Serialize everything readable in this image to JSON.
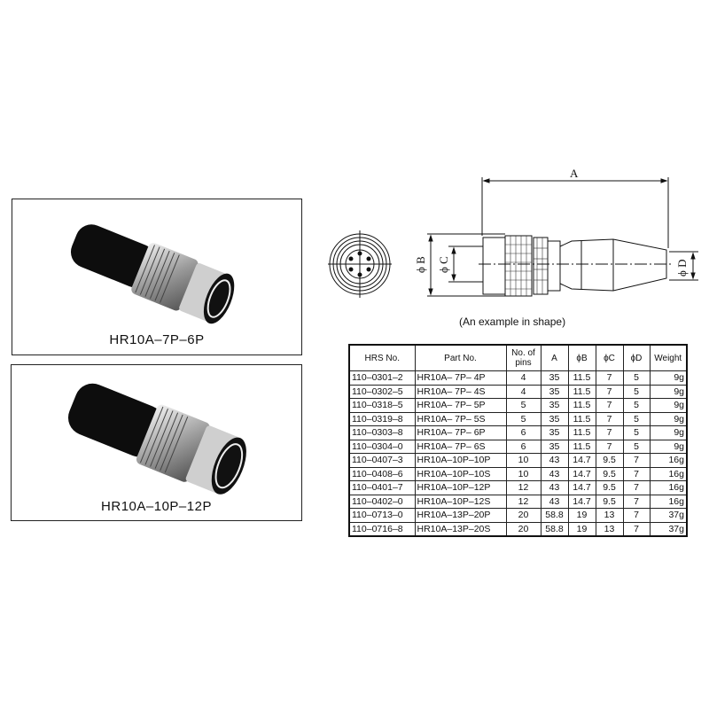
{
  "photos": [
    {
      "caption": "HR10A–7P–6P",
      "model": "HR10A-7P-6P"
    },
    {
      "caption": "HR10A–10P–12P",
      "model": "HR10A-10P-12P"
    }
  ],
  "drawing": {
    "dimension_labels": {
      "A": "A",
      "B": "ϕ B",
      "C": "ϕ C",
      "D": "ϕ D"
    },
    "caption": "(An example in shape)"
  },
  "table": {
    "headers": [
      "HRS No.",
      "Part No.",
      "No. of pins",
      "A",
      "ϕB",
      "ϕC",
      "ϕD",
      "Weight"
    ],
    "rows": [
      [
        "110–0301–2",
        "HR10A– 7P– 4P",
        "4",
        "35",
        "11.5",
        "7",
        "5",
        "9g"
      ],
      [
        "110–0302–5",
        "HR10A– 7P– 4S",
        "4",
        "35",
        "11.5",
        "7",
        "5",
        "9g"
      ],
      [
        "110–0318–5",
        "HR10A– 7P– 5P",
        "5",
        "35",
        "11.5",
        "7",
        "5",
        "9g"
      ],
      [
        "110–0319–8",
        "HR10A– 7P– 5S",
        "5",
        "35",
        "11.5",
        "7",
        "5",
        "9g"
      ],
      [
        "110–0303–8",
        "HR10A– 7P– 6P",
        "6",
        "35",
        "11.5",
        "7",
        "5",
        "9g"
      ],
      [
        "110–0304–0",
        "HR10A– 7P– 6S",
        "6",
        "35",
        "11.5",
        "7",
        "5",
        "9g"
      ],
      [
        "110–0407–3",
        "HR10A–10P–10P",
        "10",
        "43",
        "14.7",
        "9.5",
        "7",
        "16g"
      ],
      [
        "110–0408–6",
        "HR10A–10P–10S",
        "10",
        "43",
        "14.7",
        "9.5",
        "7",
        "16g"
      ],
      [
        "110–0401–7",
        "HR10A–10P–12P",
        "12",
        "43",
        "14.7",
        "9.5",
        "7",
        "16g"
      ],
      [
        "110–0402–0",
        "HR10A–10P–12S",
        "12",
        "43",
        "14.7",
        "9.5",
        "7",
        "16g"
      ],
      [
        "110–0713–0",
        "HR10A–13P–20P",
        "20",
        "58.8",
        "19",
        "13",
        "7",
        "37g"
      ],
      [
        "110–0716–8",
        "HR10A–13P–20S",
        "20",
        "58.8",
        "19",
        "13",
        "7",
        "37g"
      ]
    ]
  }
}
